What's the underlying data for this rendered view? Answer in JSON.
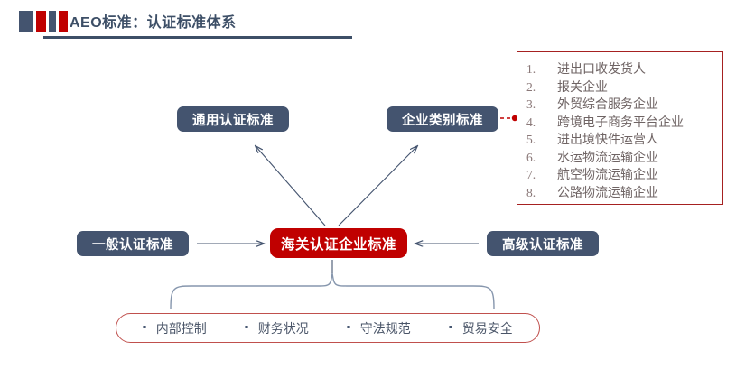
{
  "header": {
    "title": "AEO标准：认证标准体系",
    "accent_navy": "#44546f",
    "accent_red": "#c00000",
    "bars": [
      "navy-bar-wide",
      "red-bar-wide",
      "navy-bar-narrow",
      "red-bar-narrow"
    ]
  },
  "boxes": {
    "general_cert": "通用认证标准",
    "enterprise_category": "企业类别标准",
    "basic_cert": "一般认证标准",
    "advanced_cert": "高级认证标准",
    "customs_cert": "海关认证企业标准"
  },
  "category_panel": {
    "border_color": "#a62121",
    "items": [
      {
        "num": "1.",
        "label": "进出口收发货人"
      },
      {
        "num": "2.",
        "label": "报关企业"
      },
      {
        "num": "3.",
        "label": "外贸综合服务企业"
      },
      {
        "num": "4.",
        "label": "跨境电子商务平台企业"
      },
      {
        "num": "5.",
        "label": "进出境快件运营人"
      },
      {
        "num": "6.",
        "label": "水运物流运输企业"
      },
      {
        "num": "7.",
        "label": "航空物流运输企业"
      },
      {
        "num": "8.",
        "label": "公路物流运输企业"
      }
    ]
  },
  "criteria": {
    "border_color": "#c0504d",
    "items": [
      "内部控制",
      "财务状况",
      "守法规范",
      "贸易安全"
    ]
  },
  "connectors": {
    "arrow_color": "#44546f",
    "dashed_color": "#c00000",
    "brace_color": "#8696ad"
  }
}
